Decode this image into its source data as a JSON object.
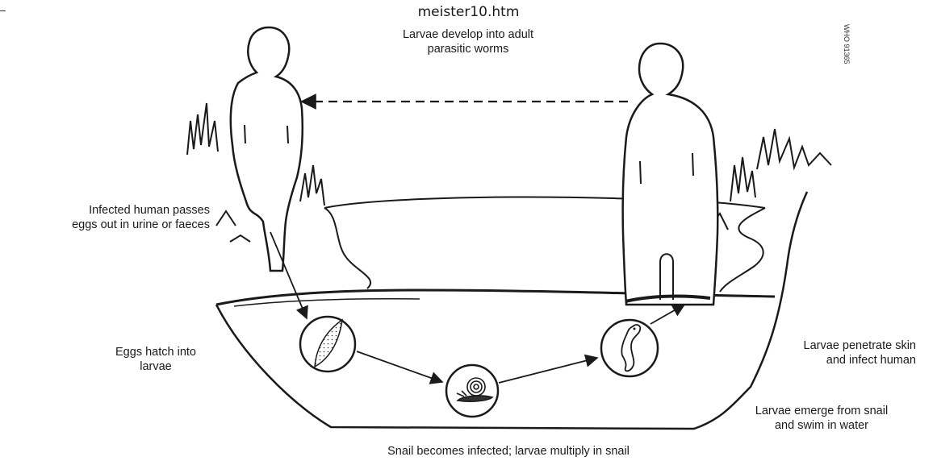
{
  "page": {
    "title": "meister10.htm"
  },
  "figure": {
    "stamp": "WHO 91365",
    "labels": {
      "develop_line1": "Larvae develop into adult",
      "develop_line2": "parasitic worms",
      "infected_line1": "Infected human passes",
      "infected_line2": "eggs out in urine or faeces",
      "hatch_line1": "Eggs hatch into",
      "hatch_line2": "larvae",
      "penetrate_line1": "Larvae penetrate skin",
      "penetrate_line2": "and infect human",
      "emerge_line1": "Larvae emerge from snail",
      "emerge_line2": "and swim in water",
      "snail": "Snail becomes infected; larvae multiply in snail"
    }
  }
}
